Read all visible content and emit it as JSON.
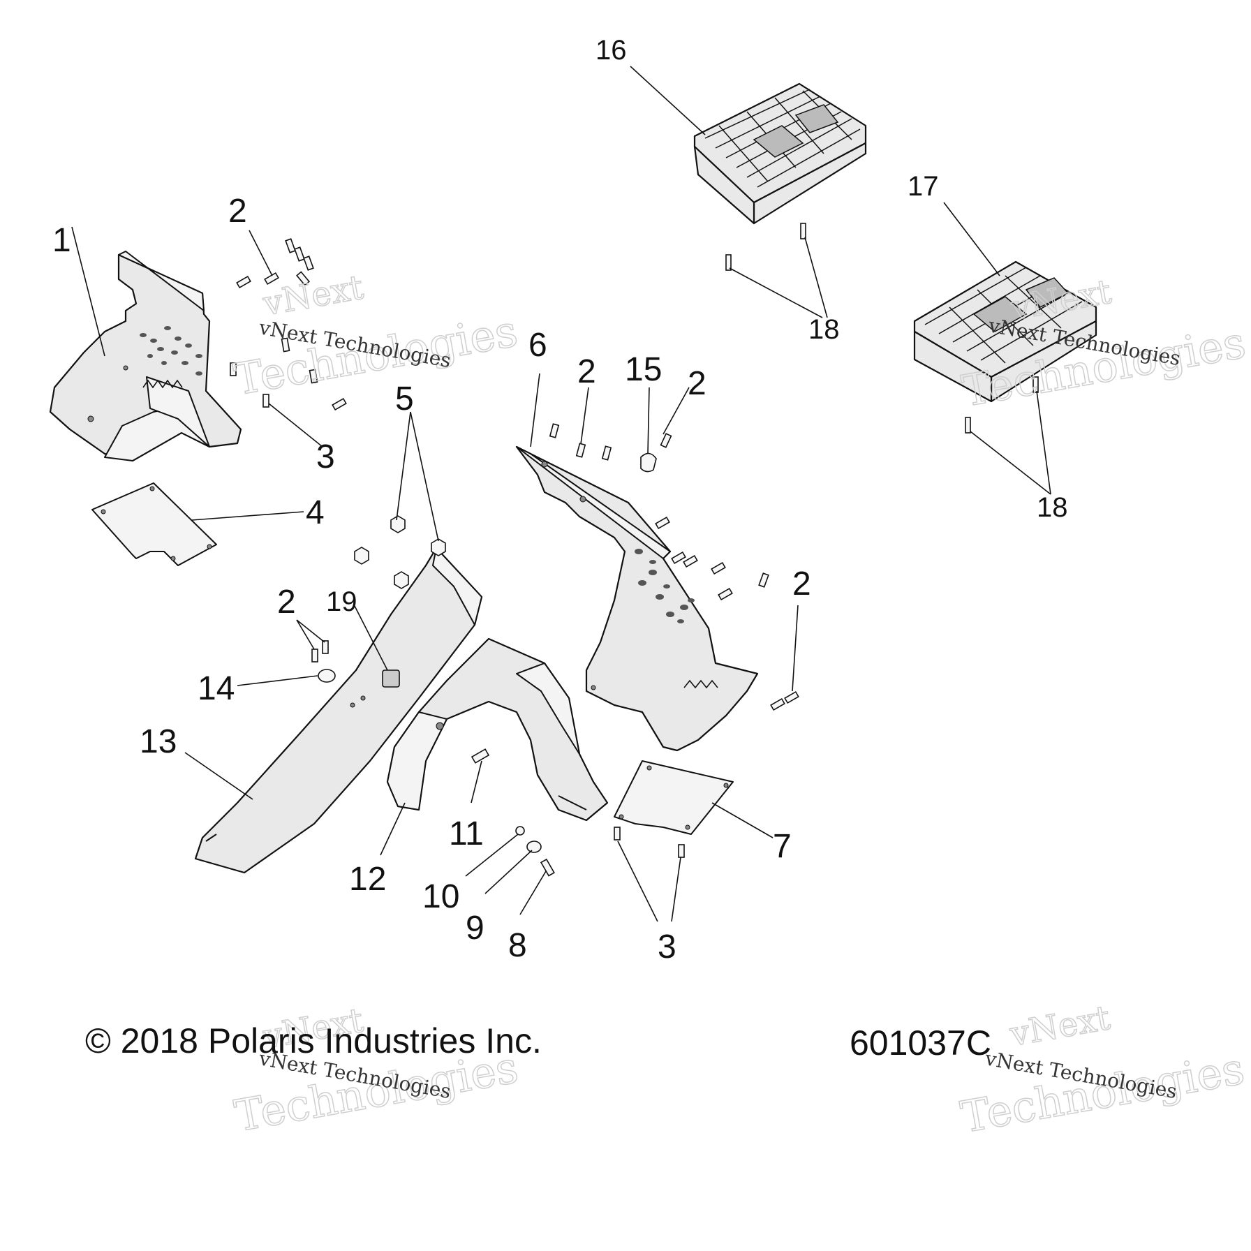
{
  "callouts": {
    "c1": "1",
    "c2a": "2",
    "c3a": "3",
    "c4": "4",
    "c5": "5",
    "c6": "6",
    "c2b": "2",
    "c15": "15",
    "c2c": "2",
    "c16": "16",
    "c17": "17",
    "c18a": "18",
    "c18b": "18",
    "c2d": "2",
    "c19": "19",
    "c14": "14",
    "c13": "13",
    "c2e": "2",
    "c11": "11",
    "c12": "12",
    "c10": "10",
    "c9": "9",
    "c8": "8",
    "c3b": "3",
    "c7": "7"
  },
  "footer": {
    "copyright": "© 2018 Polaris Industries Inc.",
    "diagram_id": "601037C"
  },
  "watermark": {
    "line1": "vNext Technologies",
    "line2": "vNext",
    "line3": "Technologies"
  }
}
